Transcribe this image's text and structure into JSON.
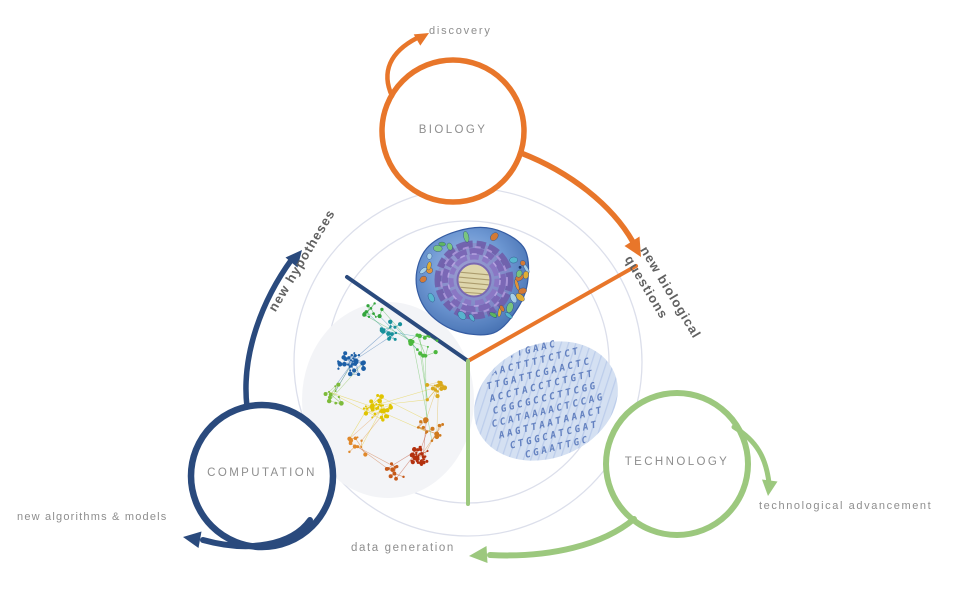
{
  "colors": {
    "biology_orange": "#e8762a",
    "computation_navy": "#2a4a7d",
    "technology_green": "#9cc87e",
    "label_gray": "#8e8e8e",
    "bold_label_gray": "#616161",
    "guide_circle": "#dcdfeb",
    "dna_text_blue": "#4a6cb4",
    "dna_bg_blue": "#d4e0f2"
  },
  "diagram": {
    "cycle_nodes": [
      {
        "id": "biology",
        "label": "BIOLOGY",
        "color": "#e8762a"
      },
      {
        "id": "computation",
        "label": "COMPUTATION",
        "color": "#2a4a7d"
      },
      {
        "id": "technology",
        "label": "TECHNOLOGY",
        "color": "#9cc87e"
      }
    ],
    "outcome_labels": {
      "discovery": "discovery",
      "new_algorithms": "new algorithms & models",
      "technological_advancement": "technological advancement"
    },
    "transition_labels": {
      "new_hypotheses": "new hypotheses",
      "new_biological_questions_line1": "new biological",
      "new_biological_questions_line2": "questions",
      "data_generation": "data generation"
    },
    "center_images": [
      {
        "name": "cell-illustration"
      },
      {
        "name": "network-graph"
      },
      {
        "name": "dna-sequence"
      }
    ],
    "dna_sequence_rows": [
      "TTGAAC",
      "AACTTTTCTCT",
      "TTGATTCGAACTC",
      "ACCTACCTCTGTT",
      "CGGCGCCCTTCGG",
      "CCATAAAACTCCAG",
      "AAGTTAATAAACT",
      "CTGGCATCGAT",
      "CGAATTGC"
    ]
  }
}
